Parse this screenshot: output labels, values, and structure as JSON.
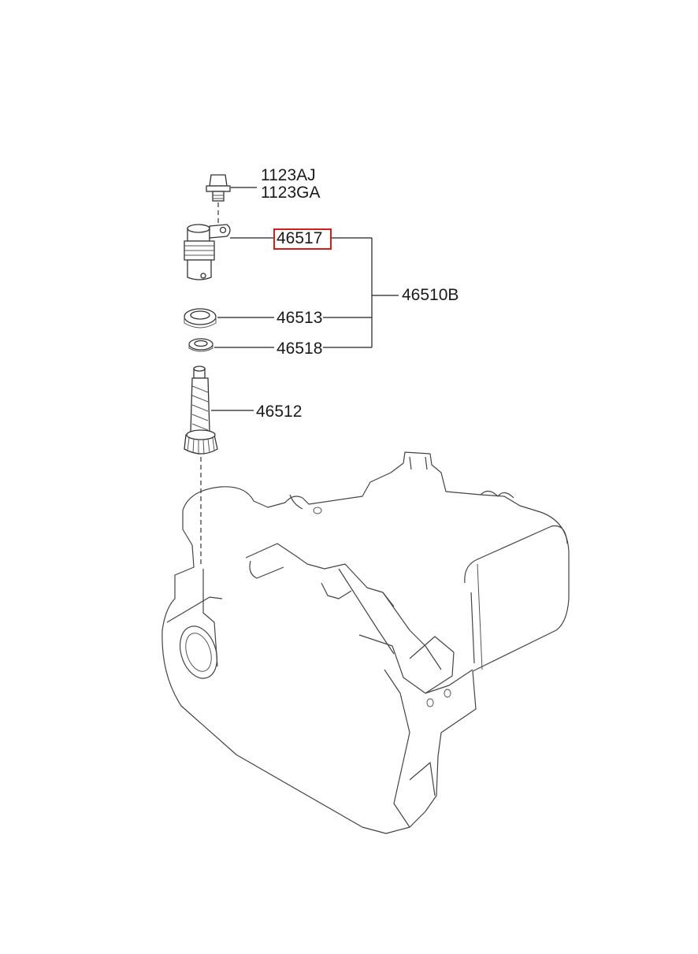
{
  "parts": {
    "bolt_aj": "1123AJ",
    "bolt_ga": "1123GA",
    "sensor": "46517",
    "assembly": "46510B",
    "oring_large": "46513",
    "oring_small": "46518",
    "driven_gear": "46512"
  },
  "highlight": {
    "part": "46517",
    "color": "#d11f1f"
  },
  "colors": {
    "line": "#222222",
    "background": "#ffffff"
  }
}
